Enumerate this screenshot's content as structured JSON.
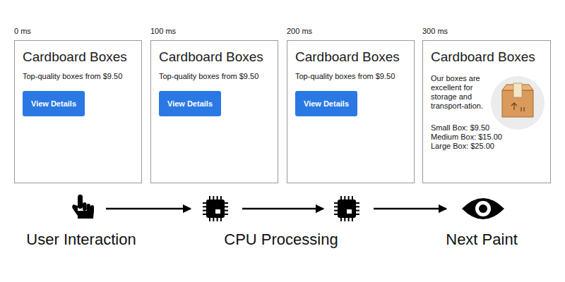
{
  "diagram": {
    "nodes": [
      {
        "text": [
          "Cardboard Boxes",
          "Top-quality boxes from $9.50"
        ]
      },
      {
        "text": [
          "View Details"
        ],
        "in": 0
      },
      {
        "text": [
          "Cardboard Boxes",
          "Top-quality boxes from $9.50"
        ]
      },
      {
        "text": [
          "View Details"
        ],
        "in": 2
      },
      {
        "text": [
          "Cardboard Boxes",
          "Top-quality boxes from $9.50"
        ]
      },
      {
        "text": [
          "View Details"
        ],
        "in": 4
      },
      {
        "text": [
          "Cardboard Boxes",
          "Our boxes are excellent for storage and transport-ation.",
          "Small Box: $9.50",
          "Medium Box: $15.00",
          "Large Box: $25.00"
        ]
      }
    ],
    "labels": [
      "0 ms",
      "100 ms",
      "200 ms",
      "300 ms",
      "User Interaction",
      "CPU Processing",
      "Next Paint"
    ]
  }
}
